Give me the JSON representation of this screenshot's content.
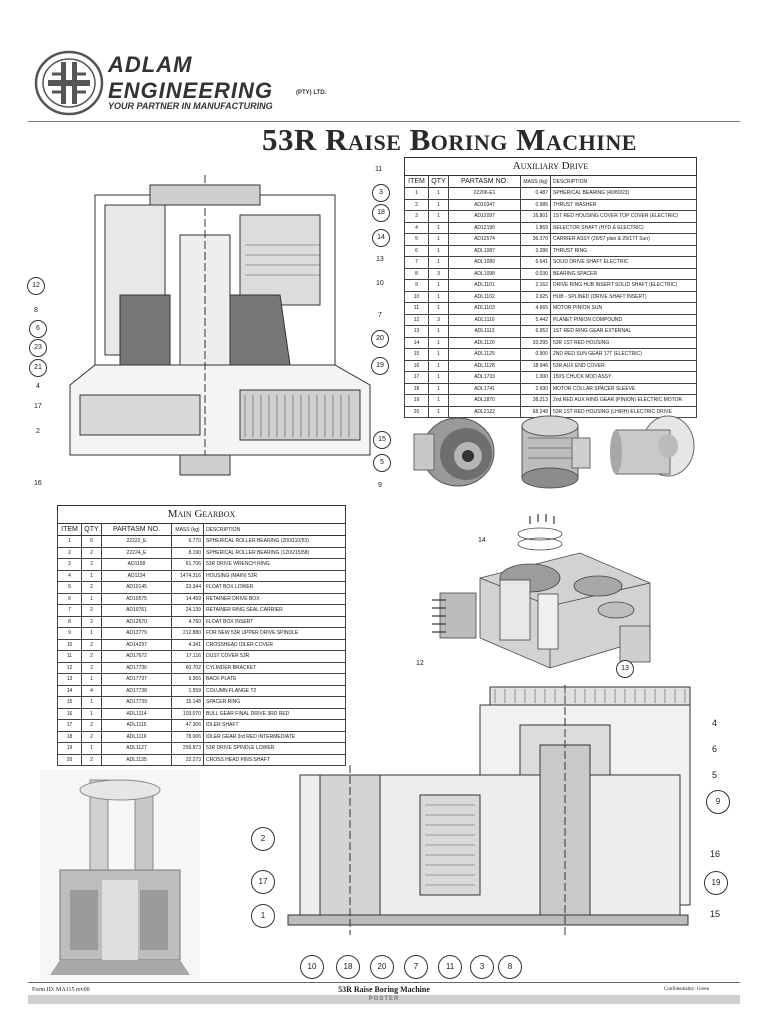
{
  "header": {
    "brand_line1": "ADLAM",
    "brand_line2": "ENGINEERING",
    "brand_suffix": "(PTY) LTD.",
    "tagline": "YOUR PARTNER IN MANUFACTURING"
  },
  "title": "53R Raise Boring Machine",
  "auxiliary_drive": {
    "title": "Auxiliary Drive",
    "columns": [
      "ITEM",
      "QTY",
      "PARTASM NO.",
      "MASS (kg)",
      "DESCRIPTION"
    ],
    "rows": [
      [
        "1",
        "1",
        "22206-E1",
        "0.487",
        "SPHERICAL BEARING (40/80/23)"
      ],
      [
        "2",
        "1",
        "AD10347",
        "0.985",
        "THRUST WASHER"
      ],
      [
        "3",
        "1",
        "AD12097",
        "16.801",
        "1ST RED HOUSING COVER TOP COVER (ELECTRIC)"
      ],
      [
        "4",
        "1",
        "AD12190",
        "1.869",
        "SELECTOR SHAFT (HYD & ELECTRIC)"
      ],
      [
        "5",
        "1",
        "AD12574",
        "36.370",
        "CARRIER ASSY (26/57 plan & 29/17T Sun)"
      ],
      [
        "6",
        "1",
        "ADL1087",
        "3.286",
        "THRUST RING"
      ],
      [
        "7",
        "1",
        "ADL1089",
        "6.641",
        "SOLID DRIVE SHAFT ELECTRIC"
      ],
      [
        "8",
        "3",
        "ADL1098",
        "0.030",
        "BEARING SPACER"
      ],
      [
        "9",
        "1",
        "ADL1101",
        "2.162",
        "DRIVE RING HUB INSERT SOLID SHAFT (ELECTRIC)"
      ],
      [
        "10",
        "1",
        "ADL1102",
        "2.925",
        "HUB - SPLINED (DRIVE SHAFT INSERT)"
      ],
      [
        "11",
        "1",
        "ADL1103",
        "4.665",
        "MOTOR PINION SUN"
      ],
      [
        "12",
        "3",
        "ADL1110",
        "5.442",
        "PLANET PINION COMPOUND"
      ],
      [
        "13",
        "1",
        "ADL1113",
        "6.952",
        "1ST RED RING GEAR EXTERNAL"
      ],
      [
        "14",
        "1",
        "ADL1120",
        "33.295",
        "53R 1ST RED HOUSING"
      ],
      [
        "15",
        "1",
        "ADL1125",
        "0.900",
        "2ND RED SUN GEAR 17T (ELECTRIC)"
      ],
      [
        "16",
        "1",
        "ADL1128",
        "18.946",
        "53R AUX END COVER"
      ],
      [
        "17",
        "1",
        "ADL1733",
        "1.300",
        "150S CHUCK MOD ASSY"
      ],
      [
        "18",
        "1",
        "ADL1741",
        "2.690",
        "MOTOR COLLAR SPACER SLEEVE"
      ],
      [
        "19",
        "1",
        "ADL1870",
        "38.213",
        "2nd RED AUX RING GEAR (PINION) ELECTRIC MOTOR"
      ],
      [
        "20",
        "1",
        "ADL2122",
        "68.248",
        "53R 1ST RED HOUSING (LH/RH) ELECTRIC DRIVE"
      ]
    ]
  },
  "main_gearbox": {
    "title": "Main Gearbox",
    "columns": [
      "ITEM",
      "QTY",
      "PARTASM NO.",
      "MASS (kg)",
      "DESCRIPTION"
    ],
    "rows": [
      [
        "1",
        "6",
        "22222_E",
        "6.770",
        "SPHERICAL ROLLER BEARING (200/110/53)"
      ],
      [
        "2",
        "2",
        "22224_E",
        "8.190",
        "SPHERICAL ROLLER BEARING (120/215/58)"
      ],
      [
        "3",
        "2",
        "AD1158",
        "61.706",
        "53R DRIVE WRENCH RING"
      ],
      [
        "4",
        "1",
        "AD1134",
        "1474.316",
        "HOUSING (MAIN) 53R"
      ],
      [
        "5",
        "2",
        "AD10145",
        "33.344",
        "FLOAT BOX LOWER"
      ],
      [
        "6",
        "1",
        "AD10575",
        "14.459",
        "RETAINER DRIVE BOX"
      ],
      [
        "7",
        "2",
        "AD10761",
        "24.139",
        "RETAINER RING SEAL CARRIER"
      ],
      [
        "8",
        "2",
        "AD12670",
        "4.760",
        "FLOAT BOX INSERT"
      ],
      [
        "9",
        "1",
        "AD13779",
        "212.880",
        "FOR NEW 53R UPPER DRIVE SPINDLE"
      ],
      [
        "10",
        "2",
        "AD14297",
        "4.341",
        "CROSSHEAD IDLER COVER"
      ],
      [
        "11",
        "2",
        "AD17672",
        "17.116",
        "DUST COVER 53R"
      ],
      [
        "12",
        "2",
        "AD17736",
        "60.702",
        "CYLINDER BRACKET"
      ],
      [
        "13",
        "1",
        "AD17737",
        "9.365",
        "BACK PLATE"
      ],
      [
        "14",
        "4",
        "AD17738",
        "1.559",
        "COLUMN FLANGE T2"
      ],
      [
        "15",
        "1",
        "AD17739",
        "15.148",
        "SPACER RING"
      ],
      [
        "16",
        "1",
        "ADL1114",
        "103.070",
        "BULL GEAR FINAL DRIVE 3RD RED"
      ],
      [
        "17",
        "2",
        "ADL1115",
        "47.306",
        "IDLER SHAFT"
      ],
      [
        "18",
        "2",
        "ADL1116",
        "78.006",
        "IDLER GEAR 3rd RED INTERMEDIATE"
      ],
      [
        "19",
        "1",
        "ADL1127",
        "259.873",
        "53R DRIVE SPINDLE LOWER"
      ],
      [
        "20",
        "2",
        "ADL1135",
        "22.273",
        "CROSS HEAD PINS SHAFT"
      ]
    ]
  },
  "callouts_aux": {
    "left": [
      "12",
      "8",
      "6",
      "23",
      "21",
      "4",
      "17",
      "2",
      "16"
    ],
    "right": [
      "11",
      "3",
      "18",
      "14",
      "13",
      "10",
      "7",
      "20",
      "19",
      "15",
      "5",
      "9"
    ]
  },
  "callouts_main": {
    "right": [
      "4",
      "6",
      "5",
      "9",
      "16",
      "19",
      "15"
    ],
    "left": [
      "2",
      "17",
      "1"
    ],
    "bottom": [
      "10",
      "18",
      "20",
      "7",
      "11",
      "3",
      "8"
    ]
  },
  "exploded": {
    "labels": [
      "14",
      "12",
      "13"
    ]
  },
  "footer": {
    "form_id": "Form ID: MA115 rev00",
    "title": "53R Raise Boring Machine",
    "confidentiality": "Confidentiality: Green",
    "band": "POSTER"
  }
}
